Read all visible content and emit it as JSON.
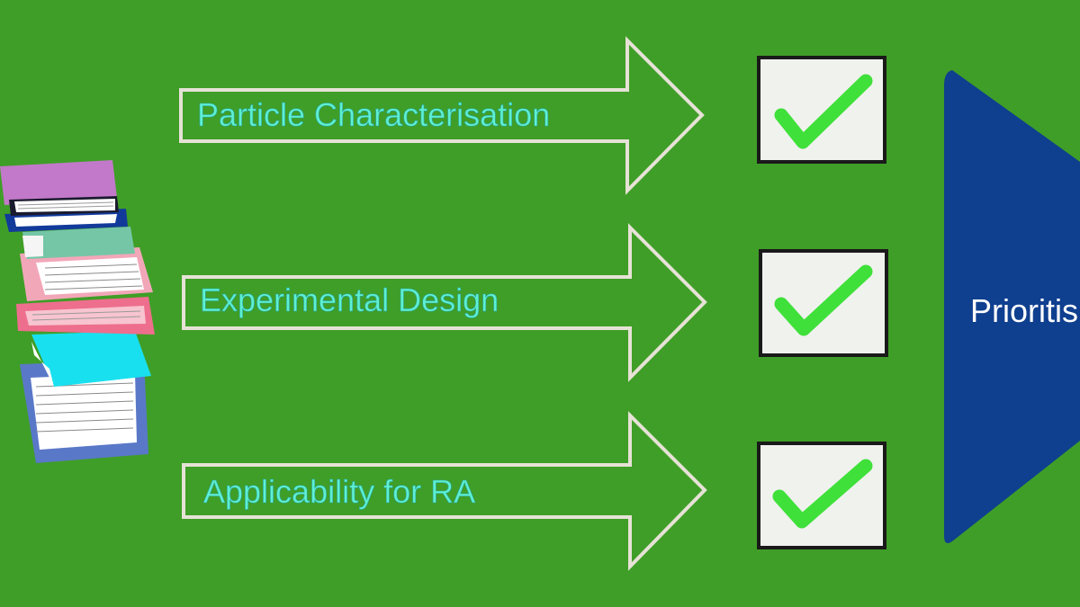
{
  "diagram": {
    "background": "#3f9e27",
    "steps": [
      {
        "label": "Particle Characterisation",
        "checked": true
      },
      {
        "label": "Experimental Design",
        "checked": true
      },
      {
        "label": "Applicability for RA",
        "checked": true
      }
    ],
    "outcome_label": "Prioritis",
    "colors": {
      "arrow_outline": "#e6e2d6",
      "label_text": "#5ff0d0",
      "check": "#3fe03a",
      "checkbox_fill": "#f0f2ee",
      "outcome_fill": "#0f3f8f"
    },
    "icons": {
      "source": "book-stack-icon",
      "check": "checkmark-icon"
    }
  }
}
